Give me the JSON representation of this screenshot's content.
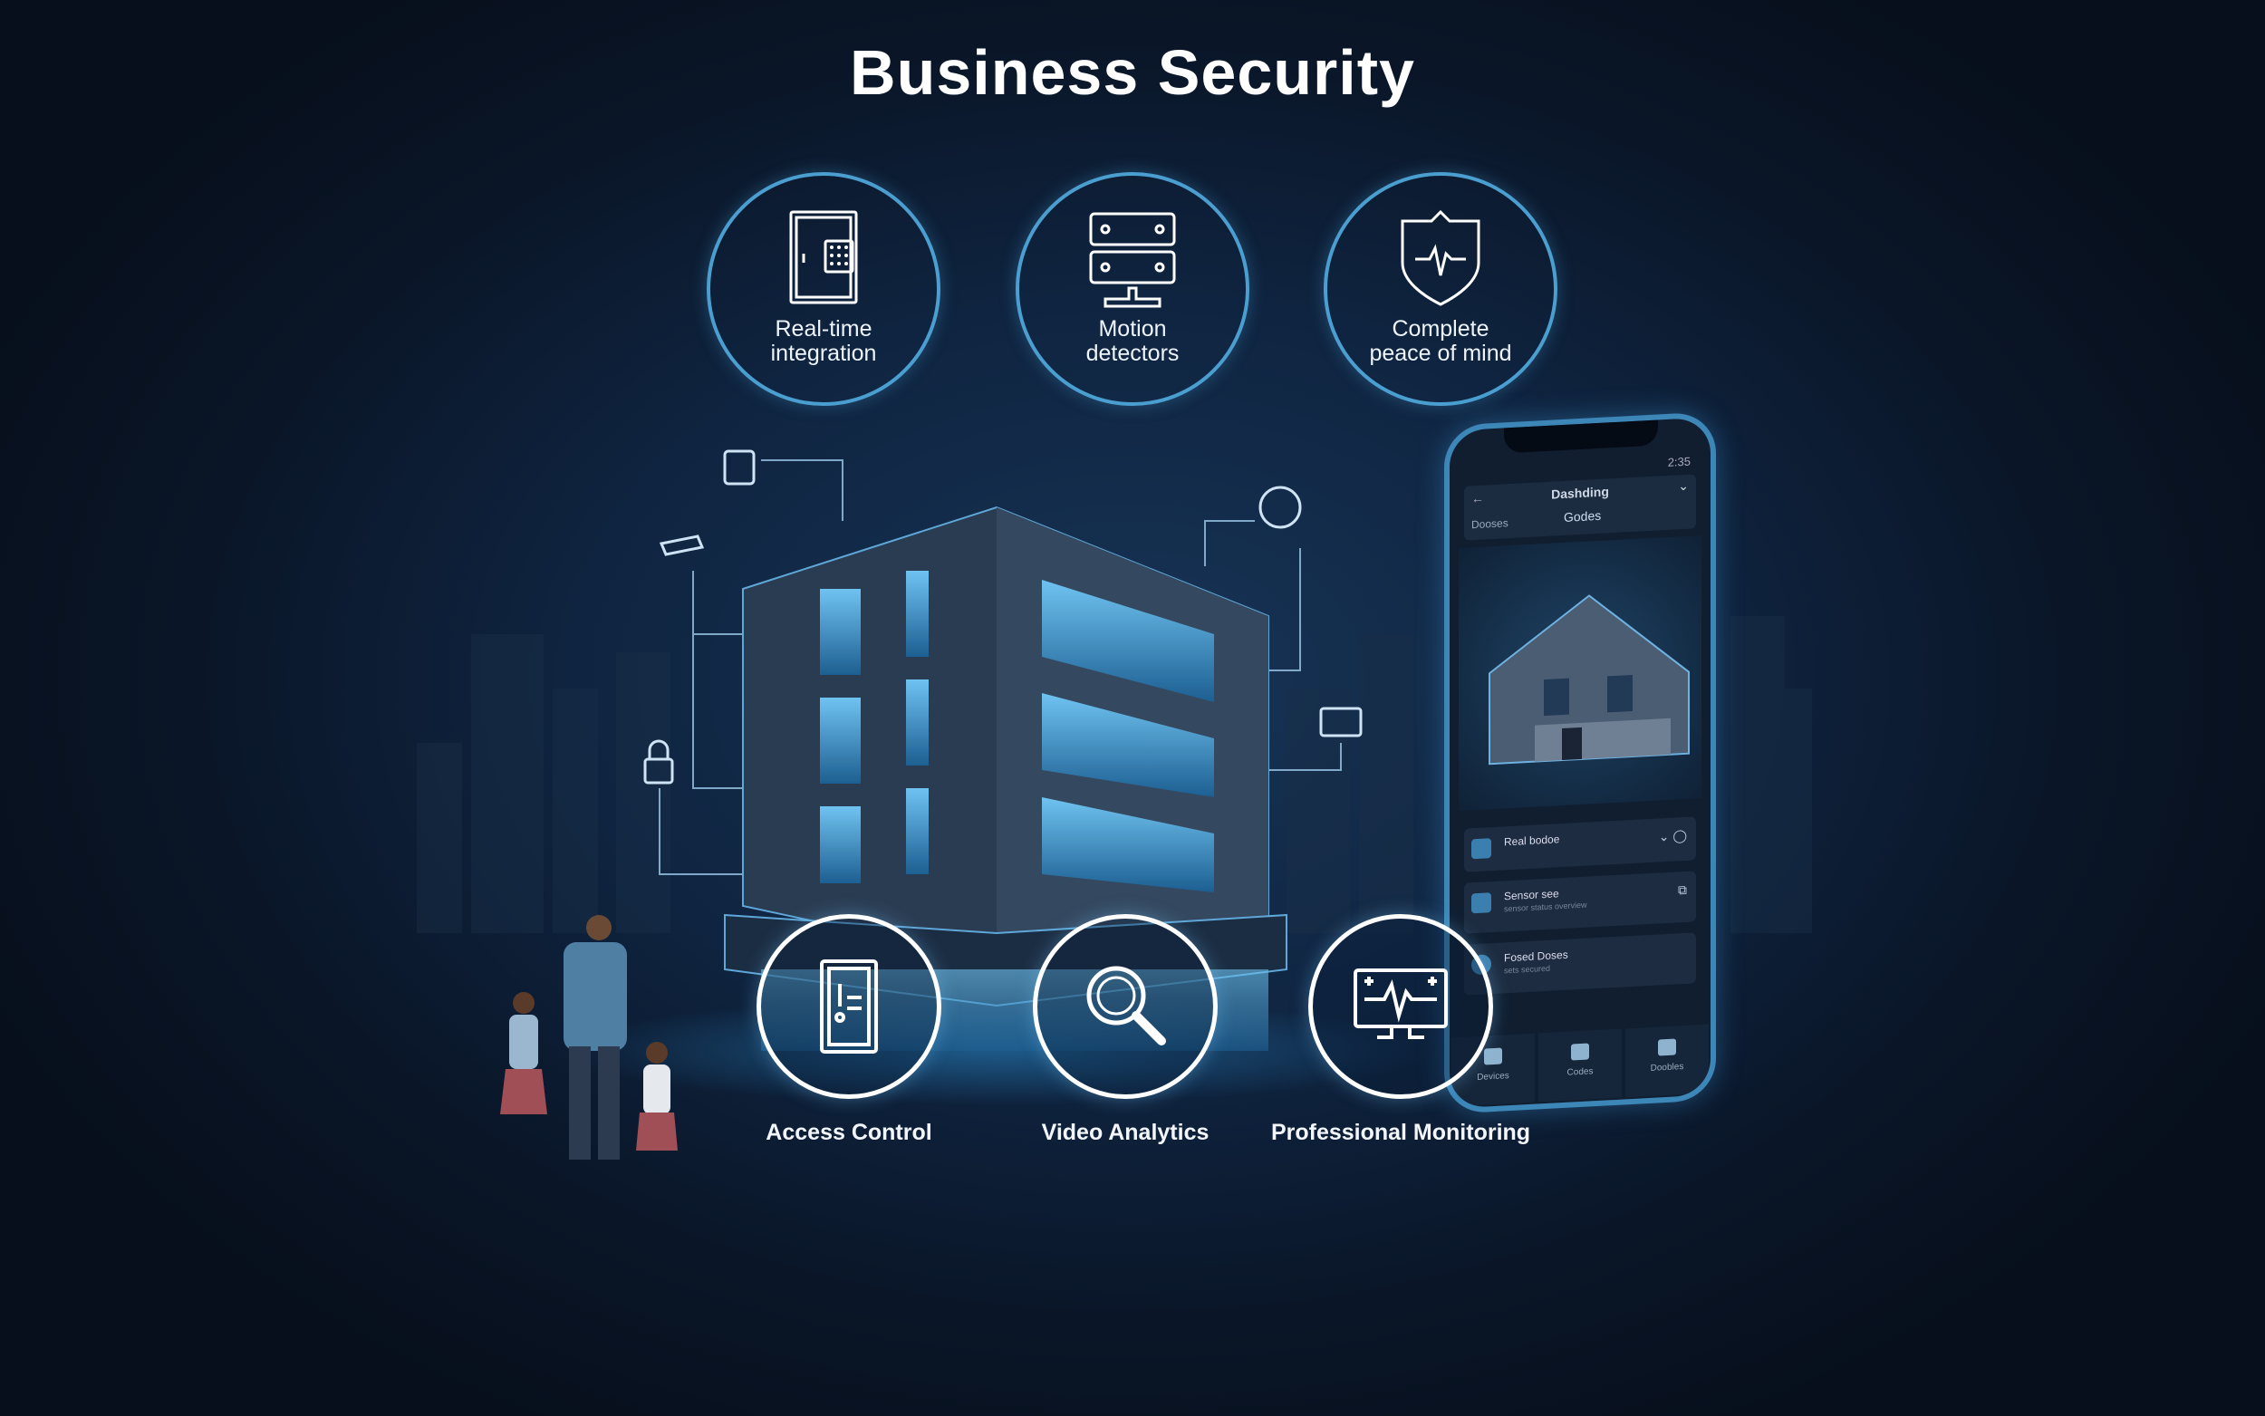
{
  "title": "Business Security",
  "colors": {
    "background": "#0f2440",
    "accent": "#4a9fd0",
    "ring": "#ffffff"
  },
  "features": [
    {
      "label_line1": "Real-time",
      "label_line2": "integration",
      "icon": "keypad-safe-icon"
    },
    {
      "label_line1": "Motion",
      "label_line2": "detectors",
      "icon": "motion-sensor-icon"
    },
    {
      "label_line1": "Complete",
      "label_line2": "peace of mind",
      "icon": "shield-pulse-icon"
    }
  ],
  "solutions": [
    {
      "label": "Access Control",
      "icon": "door-access-icon"
    },
    {
      "label": "Video Analytics",
      "icon": "magnifier-icon"
    },
    {
      "label": "Professional Monitoring",
      "icon": "monitor-pulse-icon"
    }
  ],
  "phone": {
    "time": "2:35",
    "header_title": "Dashding",
    "tab_left": "Dooses",
    "tab_center": "Godes",
    "rows": [
      {
        "title": "Real bodoe",
        "subtitle": ""
      },
      {
        "title": "Sensor see",
        "subtitle": "sensor status overview"
      },
      {
        "title": "Fosed Doses",
        "subtitle": "sets secured"
      }
    ],
    "nav": [
      "Devices",
      "Codes",
      "Doobles"
    ]
  }
}
